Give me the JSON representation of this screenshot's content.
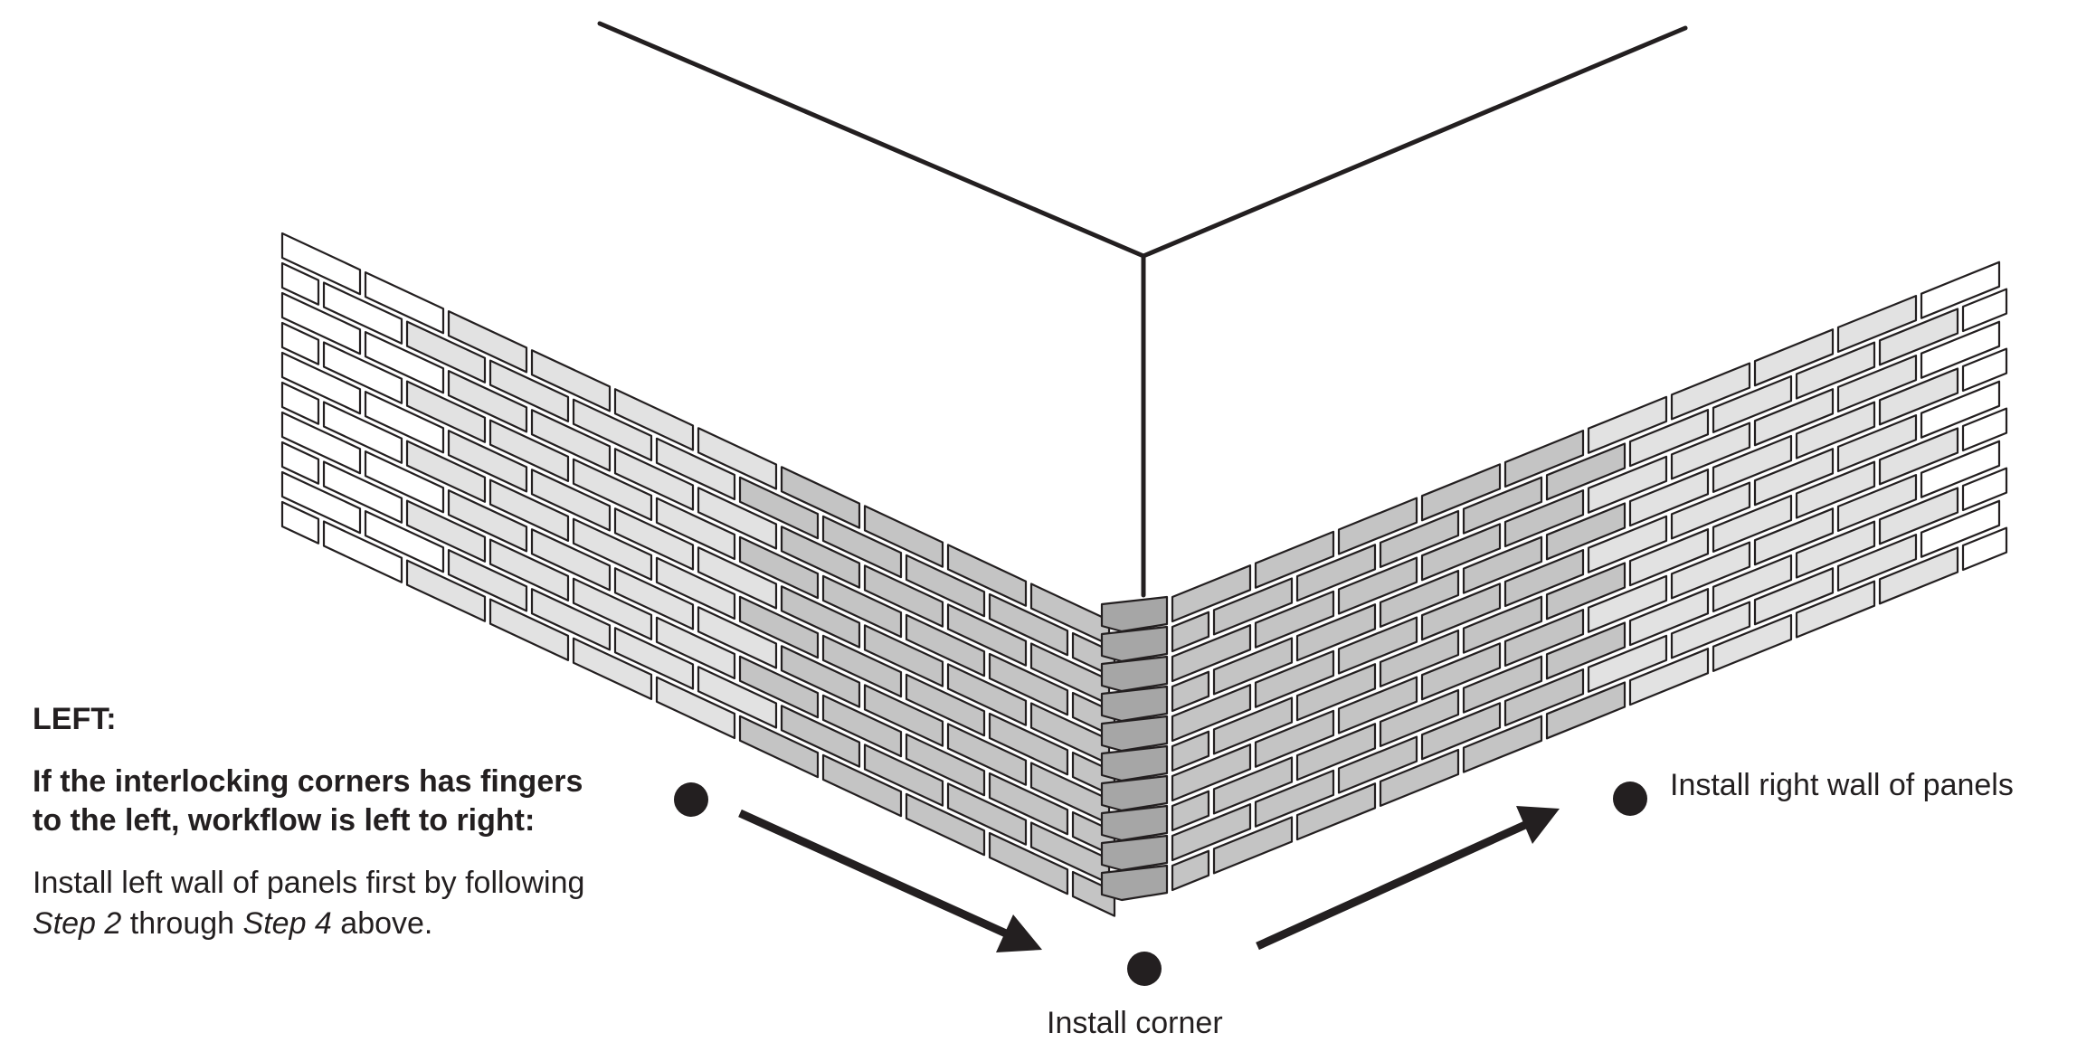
{
  "heading": "LEFT:",
  "instruction": {
    "line1": "If the interlocking corners has fingers",
    "line2": "to the left, workflow is left to right:"
  },
  "body": {
    "line1": "Install left wall of panels first by following",
    "step_a": "Step 2",
    "through": " through ",
    "step_b": "Step 4",
    "above": " above."
  },
  "labels": {
    "corner": "Install corner",
    "right_wall": "Install right wall of panels"
  },
  "colors": {
    "ink": "#231f20",
    "brick_light": "#ffffff",
    "brick_mid": "#e2e2e2",
    "brick_dark": "#c4c4c4",
    "corner_piece": "#a6a6a6"
  }
}
